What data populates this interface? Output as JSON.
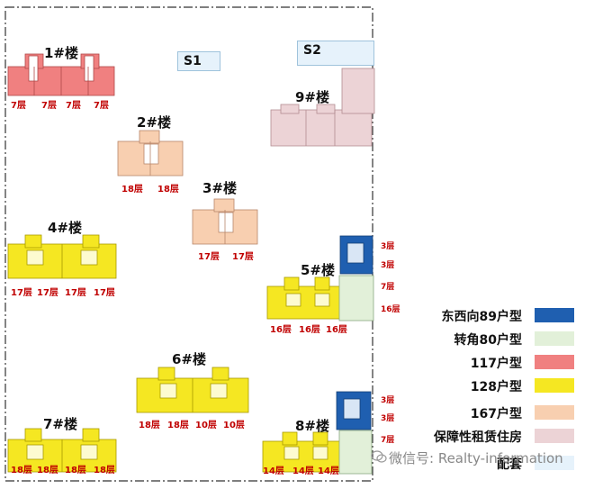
{
  "site": {
    "service_buildings": [
      {
        "id": "s1",
        "label": "S1"
      },
      {
        "id": "s2",
        "label": "S2"
      }
    ]
  },
  "buildings": [
    {
      "id": "b1",
      "name": "1#楼",
      "type": "117",
      "floors": [
        "7层",
        "7层",
        "7层",
        "7层"
      ]
    },
    {
      "id": "b2",
      "name": "2#楼",
      "type": "167",
      "floors": [
        "18层",
        "18层"
      ]
    },
    {
      "id": "b3",
      "name": "3#楼",
      "type": "167",
      "floors": [
        "17层",
        "17层"
      ]
    },
    {
      "id": "b4",
      "name": "4#楼",
      "type": "128",
      "floors": [
        "17层",
        "17层",
        "17层",
        "17层"
      ]
    },
    {
      "id": "b5",
      "name": "5#楼",
      "type": "128",
      "floors": [
        "16层",
        "16层",
        "16层"
      ],
      "side_floors": [
        "3层",
        "3层",
        "7层",
        "16层"
      ]
    },
    {
      "id": "b6",
      "name": "6#楼",
      "type": "128",
      "floors": [
        "18层",
        "18层",
        "10层",
        "10层"
      ]
    },
    {
      "id": "b7",
      "name": "7#楼",
      "type": "128",
      "floors": [
        "18层",
        "18层",
        "18层",
        "18层"
      ]
    },
    {
      "id": "b8",
      "name": "8#楼",
      "type": "128",
      "floors": [
        "14层",
        "14层",
        "14层"
      ],
      "side_floors": [
        "3层",
        "3层",
        "7层"
      ]
    },
    {
      "id": "b9",
      "name": "9#楼",
      "type": "rental",
      "floors": []
    }
  ],
  "legend": [
    {
      "label": "东西向89户型",
      "color": "#1f5fb0"
    },
    {
      "label": "转角80户型",
      "color": "#e2f0d9"
    },
    {
      "label": "117户型",
      "color": "#f08080"
    },
    {
      "label": "128户型",
      "color": "#f5e722"
    },
    {
      "label": "167户型",
      "color": "#f8cfb0"
    },
    {
      "label": "保障性租赁住房",
      "color": "#ecd3d6"
    },
    {
      "label": "配套",
      "color": "#e6f2fb"
    }
  ],
  "watermark": "微信号: Realty-information"
}
